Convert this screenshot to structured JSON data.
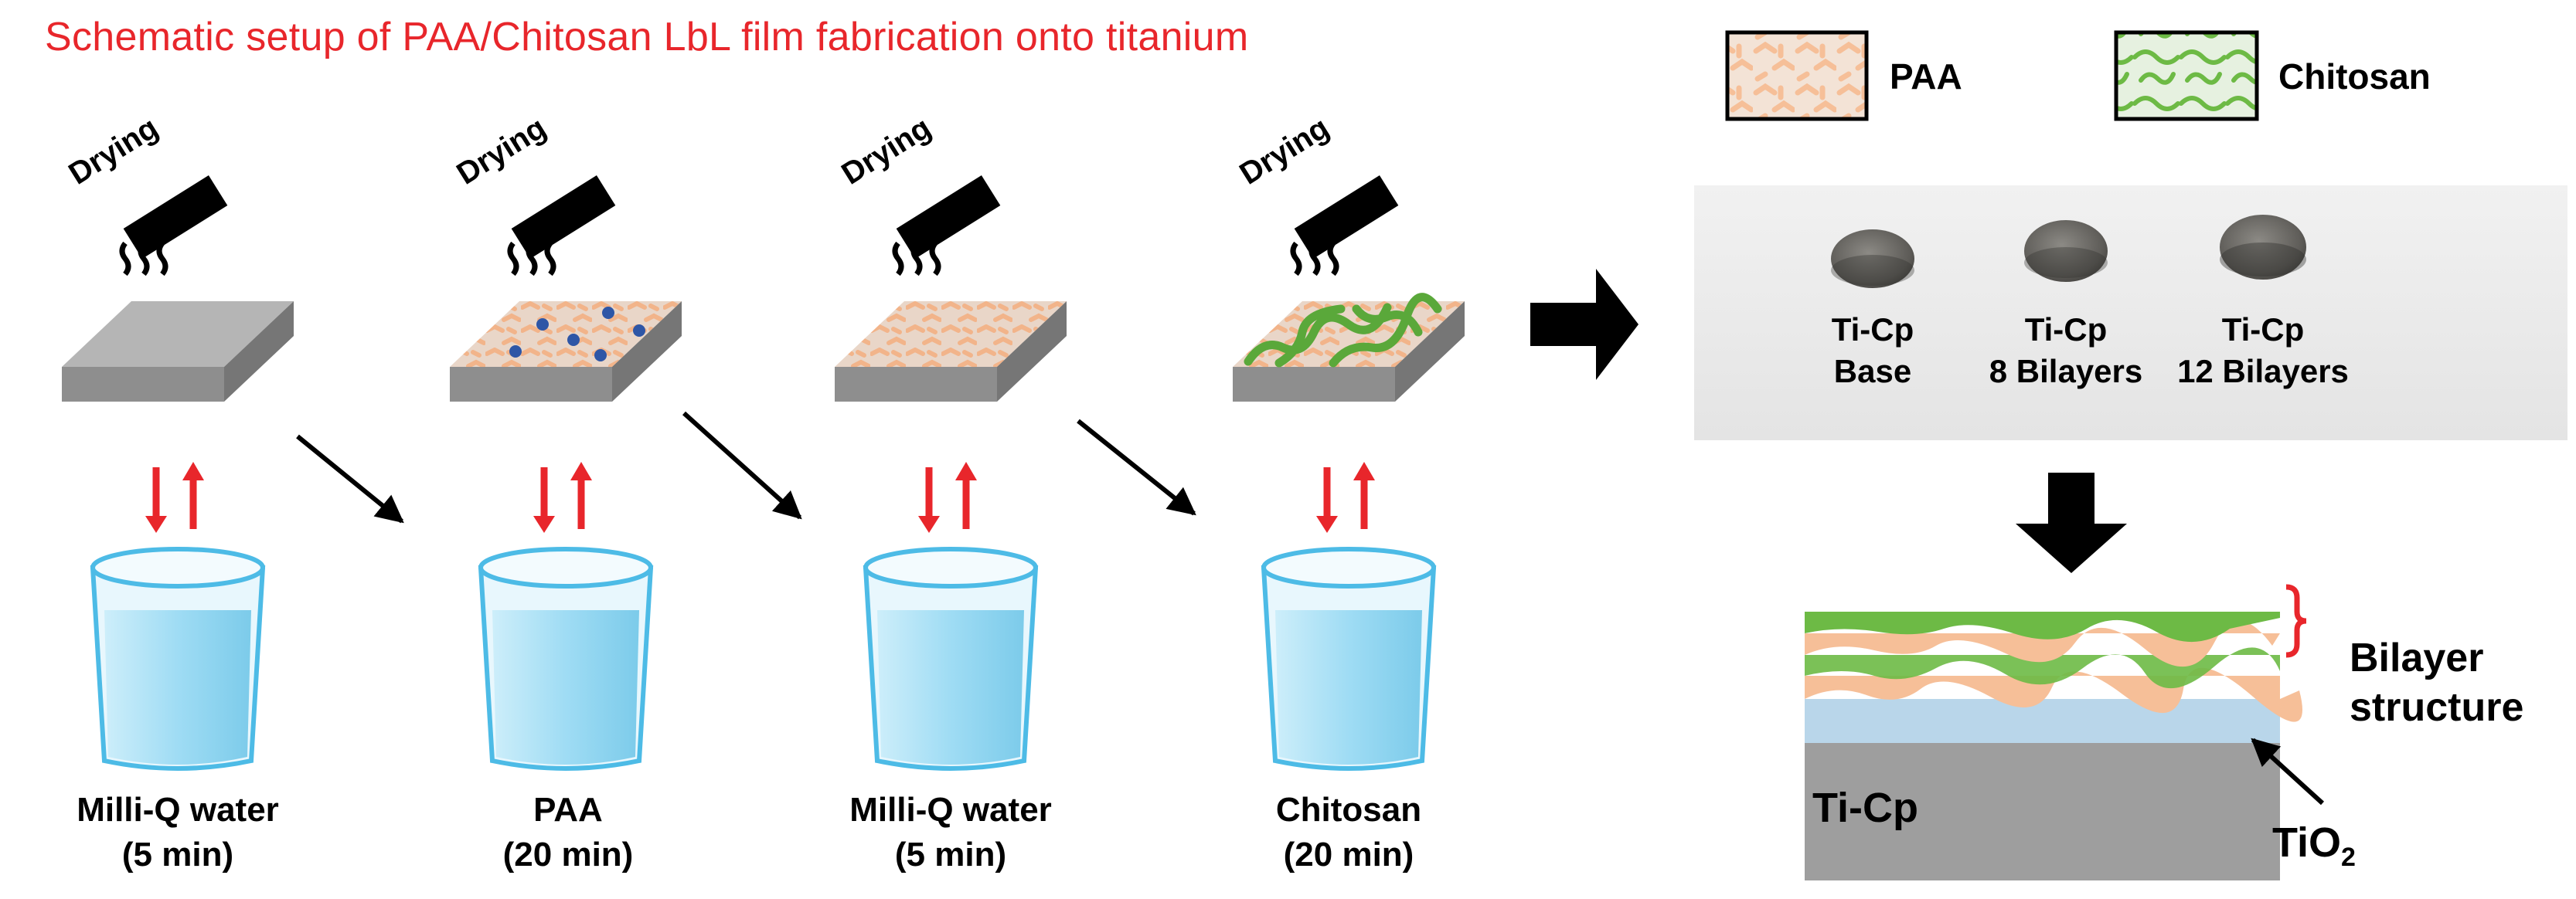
{
  "title": {
    "text": "Schematic setup of PAA/Chitosan LbL film fabrication onto titanium",
    "color": "#e8262b"
  },
  "dryer_label": "Drying",
  "steps": [
    {
      "name": "Milli-Q water",
      "time": "(5 min)",
      "surface": "bare"
    },
    {
      "name": "PAA",
      "time": "(20 min)",
      "surface": "paa-dots"
    },
    {
      "name": "Milli-Q water",
      "time": "(5 min)",
      "surface": "paa"
    },
    {
      "name": "Chitosan",
      "time": "(20 min)",
      "surface": "chitosan"
    }
  ],
  "legend": [
    {
      "label": "PAA",
      "swatch": "paa"
    },
    {
      "label": "Chitosan",
      "swatch": "chitosan"
    }
  ],
  "samples": [
    {
      "line1": "Ti-Cp",
      "line2": "Base"
    },
    {
      "line1": "Ti-Cp",
      "line2": "8 Bilayers"
    },
    {
      "line1": "Ti-Cp",
      "line2": "12 Bilayers"
    }
  ],
  "cross_section": {
    "substrate": "Ti-Cp",
    "bilayer_line1": "Bilayer",
    "bilayer_line2": "structure",
    "oxide": "TiO",
    "oxide_subscript": "2"
  },
  "colors": {
    "paa": "#f6bf98",
    "chitosan": "#6dba45",
    "tio2": "#b9d6ea",
    "substrate": "#9e9e9e",
    "arrow_red": "#e8262b",
    "water": "#aee0f4"
  }
}
